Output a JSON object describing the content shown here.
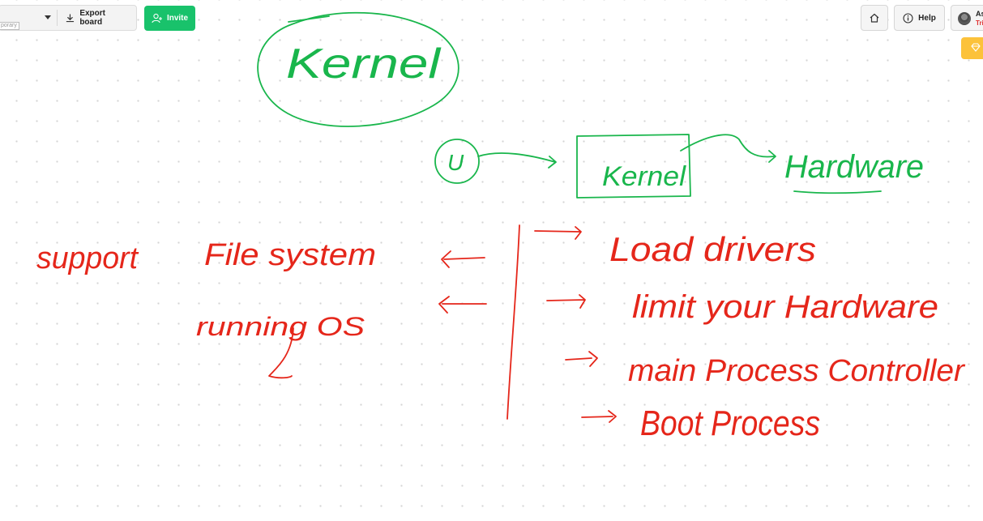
{
  "toolbar": {
    "board_badge": "porary",
    "export_label": "Export board",
    "invite_label": "Invite"
  },
  "header_right": {
    "help_label": "Help",
    "user_name": "As",
    "user_plan": "Tri"
  },
  "board": {
    "title": "Kernel",
    "flow": {
      "start": "U",
      "box": "Kernel",
      "end": "Hardware"
    },
    "left_notes": [
      "support",
      "File system",
      "running OS"
    ],
    "right_notes": [
      "Load drivers",
      "limit your Hardware",
      "main Process Controller",
      "Boot Process"
    ]
  },
  "colors": {
    "green_ink": "#19b64c",
    "red_ink": "#e5261a",
    "invite_bg": "#19c26b",
    "upgrade_bg": "#fcc23a",
    "plan_text": "#e03131"
  },
  "icons": [
    "chevron-down-icon",
    "download-icon",
    "add-user-icon",
    "home-icon",
    "info-icon",
    "diamond-icon"
  ]
}
